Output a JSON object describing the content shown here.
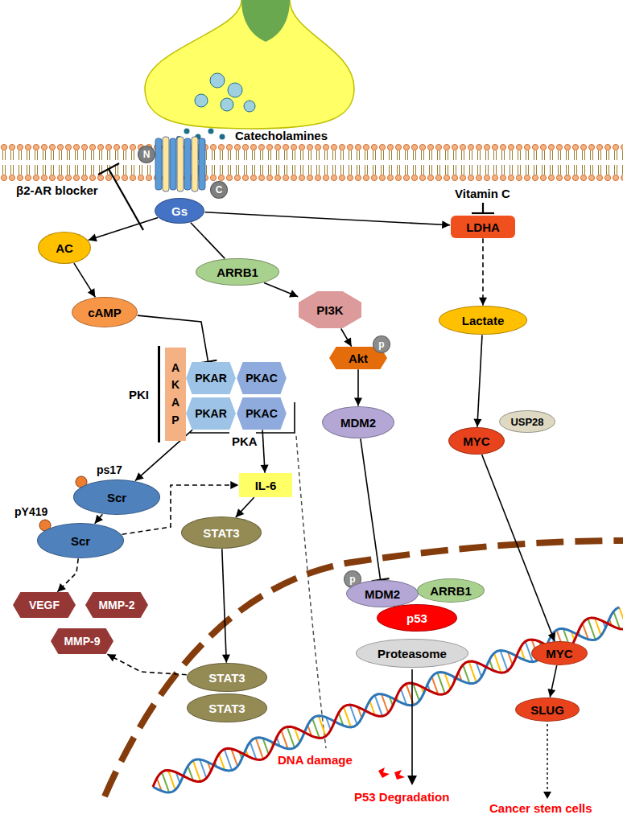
{
  "diagram": {
    "nodes": [
      {
        "text": [
          "N"
        ]
      },
      {
        "text": [
          "C"
        ]
      },
      {
        "text": [
          "Gs"
        ]
      },
      {
        "text": [
          "LDHA"
        ]
      },
      {
        "text": [
          "AC"
        ]
      },
      {
        "text": [
          "ARRB1"
        ]
      },
      {
        "text": [
          "PI3K"
        ]
      },
      {
        "text": [
          "cAMP"
        ]
      },
      {
        "text": [
          "Akt"
        ]
      },
      {
        "text": [
          "p"
        ]
      },
      {
        "text": [
          "A K A P"
        ]
      },
      {
        "text": [
          "PKAR"
        ]
      },
      {
        "text": [
          "PKAC"
        ]
      },
      {
        "text": [
          "PKAR"
        ]
      },
      {
        "text": [
          "PKAC"
        ]
      },
      {
        "text": [
          "Lactate"
        ]
      },
      {
        "text": [
          "MDM2"
        ]
      },
      {
        "text": [
          "MYC"
        ]
      },
      {
        "text": [
          "USP28"
        ]
      },
      {
        "text": [
          "Scr"
        ]
      },
      {
        "text": [
          "IL-6"
        ]
      },
      {
        "text": [
          "Scr"
        ]
      },
      {
        "text": [
          "STAT3"
        ]
      },
      {
        "text": [
          "p"
        ]
      },
      {
        "text": [
          "MDM2"
        ]
      },
      {
        "text": [
          "ARRB1"
        ]
      },
      {
        "text": [
          "p53"
        ]
      },
      {
        "text": [
          "VEGF"
        ]
      },
      {
        "text": [
          "MMP-2"
        ]
      },
      {
        "text": [
          "MMP-9"
        ]
      },
      {
        "text": [
          "Proteasome"
        ]
      },
      {
        "text": [
          "MYC"
        ]
      },
      {
        "text": [
          "STAT3"
        ]
      },
      {
        "text": [
          "STAT3"
        ]
      },
      {
        "text": [
          "SLUG"
        ]
      }
    ],
    "edges": [
      {
        "from": 2,
        "to": 4,
        "arrow": "to"
      },
      {
        "from": 4,
        "to": 7,
        "arrow": "to"
      },
      {
        "from": 7,
        "to": 11,
        "arrow": "to"
      },
      {
        "from": 2,
        "to": 5,
        "arrow": "none"
      },
      {
        "from": 5,
        "to": 6,
        "arrow": "to"
      },
      {
        "from": 6,
        "to": 8,
        "arrow": "to"
      },
      {
        "from": 8,
        "to": 16,
        "arrow": "to"
      },
      {
        "from": 16,
        "to": 24,
        "arrow": "to"
      },
      {
        "from": 2,
        "to": 3,
        "arrow": "to"
      },
      {
        "from": 3,
        "to": 15,
        "arrow": "to"
      },
      {
        "from": 15,
        "to": 17,
        "arrow": "to"
      },
      {
        "from": 17,
        "to": 31,
        "arrow": "to"
      },
      {
        "from": 31,
        "to": 34,
        "arrow": "to"
      },
      {
        "from": 13,
        "to": 19,
        "arrow": "to"
      },
      {
        "from": 19,
        "to": 21,
        "arrow": "to"
      },
      {
        "from": 14,
        "to": 20,
        "arrow": "to"
      },
      {
        "from": 20,
        "to": 22,
        "arrow": "to"
      },
      {
        "from": 22,
        "to": 32,
        "arrow": "to"
      },
      {
        "from": 21,
        "to": 20,
        "arrow": "to"
      },
      {
        "from": 21,
        "to": 27,
        "arrow": "to"
      },
      {
        "from": 32,
        "to": 29,
        "arrow": "to"
      }
    ],
    "labels": [
      "Catecholamines",
      "β2-AR blocker",
      "Vitamin C",
      "PKI",
      "PKA",
      "ps17",
      "pY419",
      "DNA damage",
      "P53 Degradation",
      "Cancer stem cells"
    ]
  }
}
